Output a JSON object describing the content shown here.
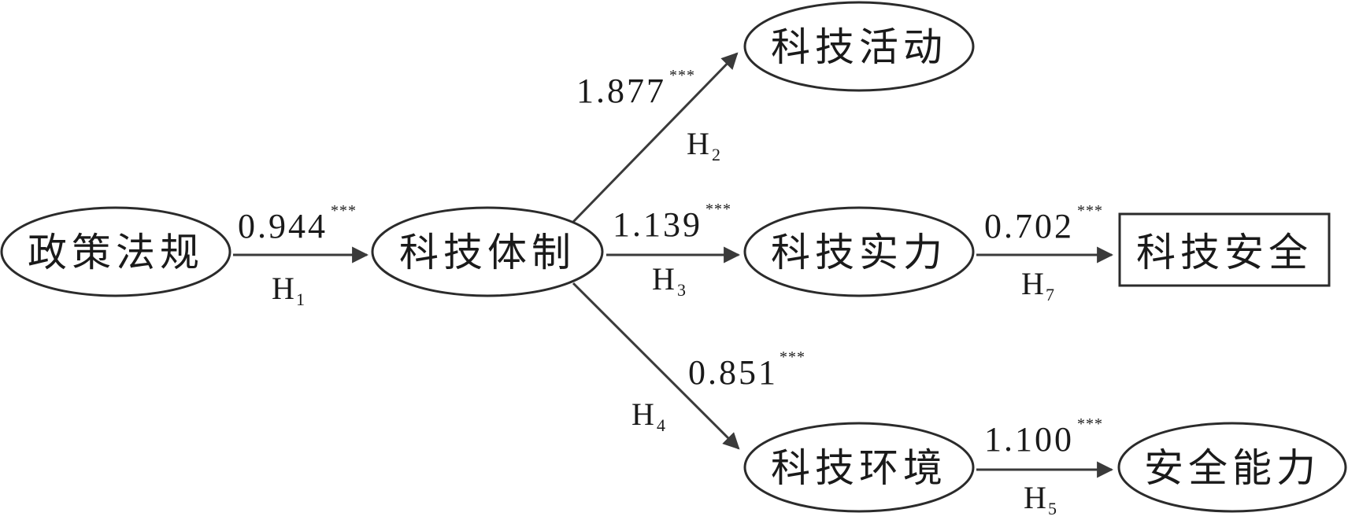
{
  "nodes": {
    "policy": "政策法规",
    "system": "科技体制",
    "activity": "科技活动",
    "strength": "科技实力",
    "environment": "科技环境",
    "security": "科技安全",
    "capability": "安全能力"
  },
  "edges": {
    "h1": {
      "coef": "0.944",
      "sig": "***",
      "hyp": "H",
      "hyp_sub": "1"
    },
    "h2": {
      "coef": "1.877",
      "sig": "***",
      "hyp": "H",
      "hyp_sub": "2"
    },
    "h3": {
      "coef": "1.139",
      "sig": "***",
      "hyp": "H",
      "hyp_sub": "3"
    },
    "h4": {
      "coef": "0.851",
      "sig": "***",
      "hyp": "H",
      "hyp_sub": "4"
    },
    "h5": {
      "coef": "1.100",
      "sig": "***",
      "hyp": "H",
      "hyp_sub": "5"
    },
    "h7": {
      "coef": "0.702",
      "sig": "***",
      "hyp": "H",
      "hyp_sub": "7"
    }
  },
  "colors": {
    "stroke": "#2b2b2b",
    "text": "#1a1a1a",
    "background": "#ffffff"
  }
}
